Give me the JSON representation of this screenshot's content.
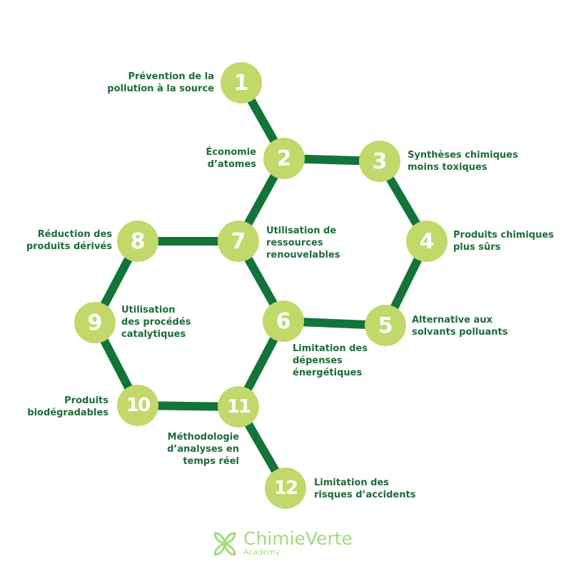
{
  "colors": {
    "edge": "#12743a",
    "node_fill": "#c3d86b",
    "number": "#ffffff",
    "label": "#1f6b3a",
    "logo": "#9fdc7e"
  },
  "nodes": [
    {
      "id": 1,
      "number": "1",
      "label": "Prévention de la\npollution à la source"
    },
    {
      "id": 2,
      "number": "2",
      "label": "Économie\nd’atomes"
    },
    {
      "id": 3,
      "number": "3",
      "label": "Synthèses chimiques\nmoins toxiques"
    },
    {
      "id": 4,
      "number": "4",
      "label": "Produits chimiques\nplus sûrs"
    },
    {
      "id": 5,
      "number": "5",
      "label": "Alternative aux\nsolvants polluants"
    },
    {
      "id": 6,
      "number": "6",
      "label": "Limitation des\ndépenses\nénergétiques"
    },
    {
      "id": 7,
      "number": "7",
      "label": "Utilisation de\nressources\nrenouvelables"
    },
    {
      "id": 8,
      "number": "8",
      "label": "Réduction des\nproduits dérivés"
    },
    {
      "id": 9,
      "number": "9",
      "label": "Utilisation\ndes procédés\ncatalytiques"
    },
    {
      "id": 10,
      "number": "10",
      "label": "Produits\nbiodégradables"
    },
    {
      "id": 11,
      "number": "11",
      "label": "Méthodologie\nd’analyses en\ntemps réel"
    },
    {
      "id": 12,
      "number": "12",
      "label": "Limitation des\nrisques d’accidents"
    }
  ],
  "edges": [
    [
      1,
      2
    ],
    [
      2,
      3
    ],
    [
      3,
      4
    ],
    [
      4,
      5
    ],
    [
      5,
      6
    ],
    [
      6,
      7
    ],
    [
      7,
      2
    ],
    [
      7,
      8
    ],
    [
      8,
      9
    ],
    [
      9,
      10
    ],
    [
      10,
      11
    ],
    [
      11,
      6
    ],
    [
      11,
      12
    ]
  ],
  "logo": {
    "brand": "ChimieVerte",
    "subtitle": "Academy",
    "icon": "leaf-flower-icon"
  }
}
